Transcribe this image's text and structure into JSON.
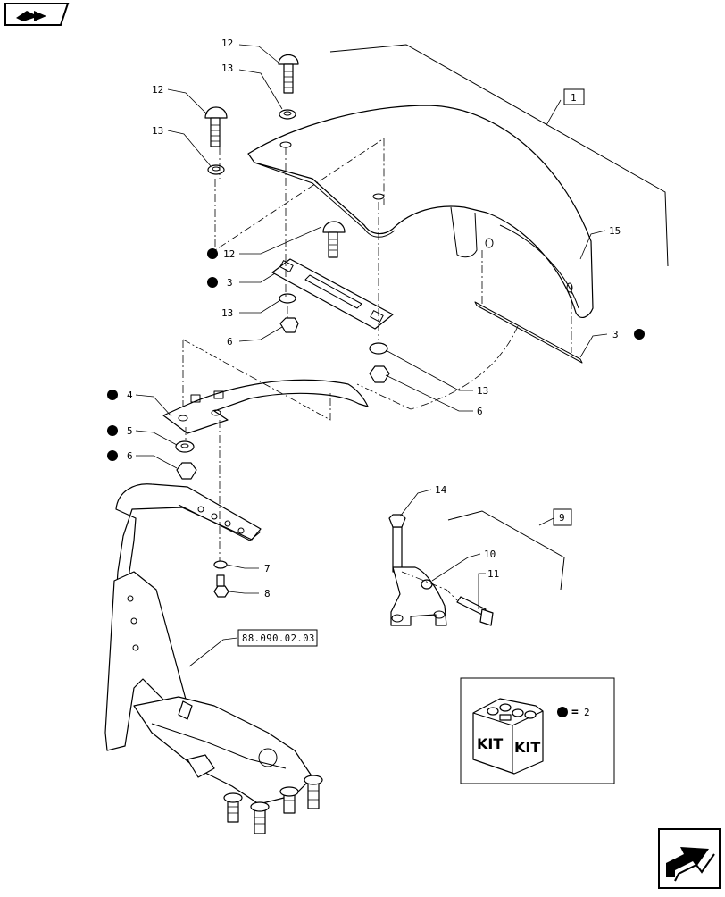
{
  "labels": {
    "l12a": "12",
    "l13a": "13",
    "l12b": "12",
    "l13b": "13",
    "l1": "1",
    "l15": "15",
    "l12c": "12",
    "l3a": "3",
    "l13c": "13",
    "l6a": "6",
    "l3b": "3",
    "l13d": "13",
    "l6b": "6",
    "l4": "4",
    "l5": "5",
    "l6c": "6",
    "l7": "7",
    "l8": "8",
    "l14": "14",
    "l9": "9",
    "l10": "10",
    "l11": "11"
  },
  "reference": "88.090.02.03",
  "kit": {
    "word_left": "KIT",
    "word_right": "KIT",
    "equals": "=",
    "value": "2"
  },
  "icons": {
    "top_left": "book-arrow-icon",
    "bottom_right": "next-page-arrow-icon"
  }
}
